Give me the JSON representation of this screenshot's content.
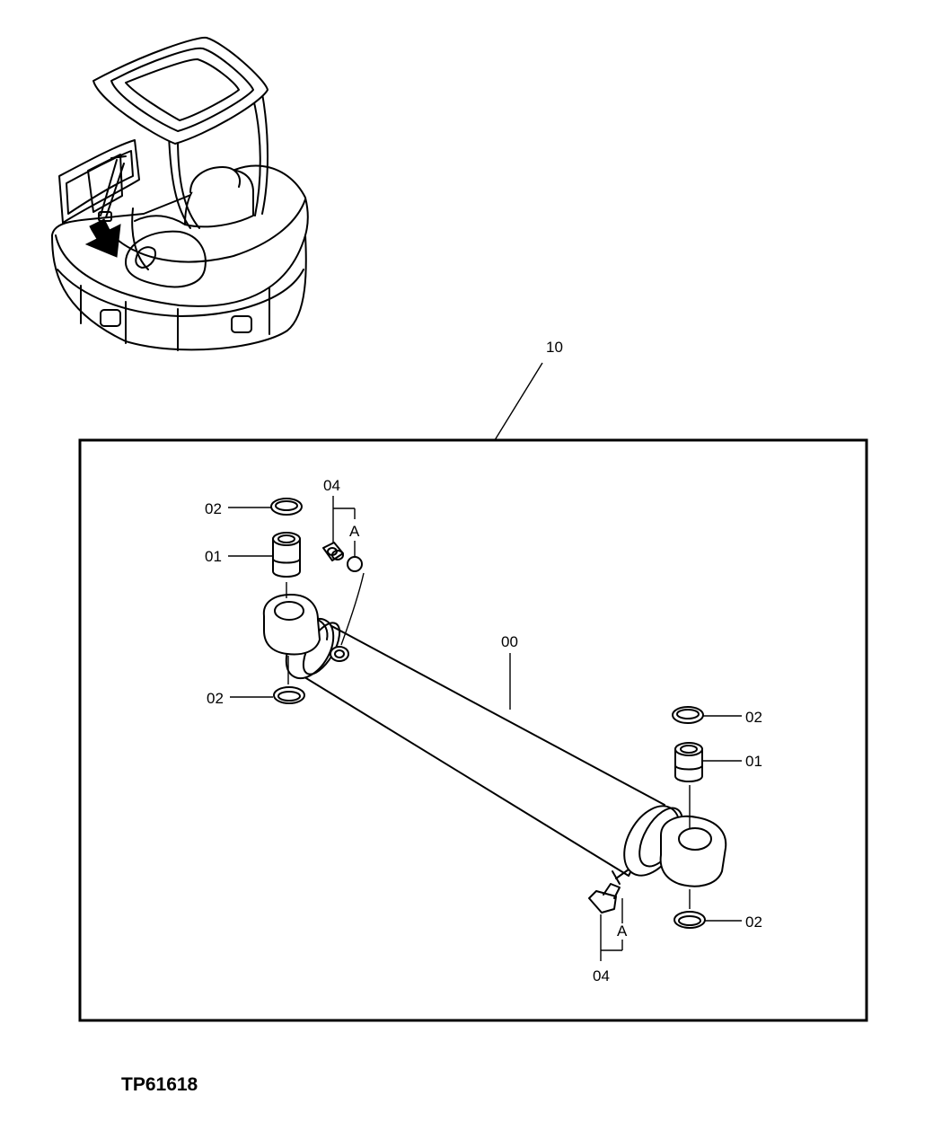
{
  "assembly_label": "10",
  "drawing_code": "TP61618",
  "parts": {
    "cylinder": "00",
    "bushing_left": "01",
    "bushing_right": "01",
    "seal_left_top": "02",
    "seal_left_bottom": "02",
    "seal_right_top": "02",
    "seal_right_bottom": "02",
    "fitting_top": "04",
    "fitting_bottom": "04",
    "detail_ref_top": "A",
    "detail_ref_bottom": "A"
  },
  "icons": {
    "machine_overview": "excavator-overview-icon",
    "location_arrow": "arrow-icon"
  }
}
